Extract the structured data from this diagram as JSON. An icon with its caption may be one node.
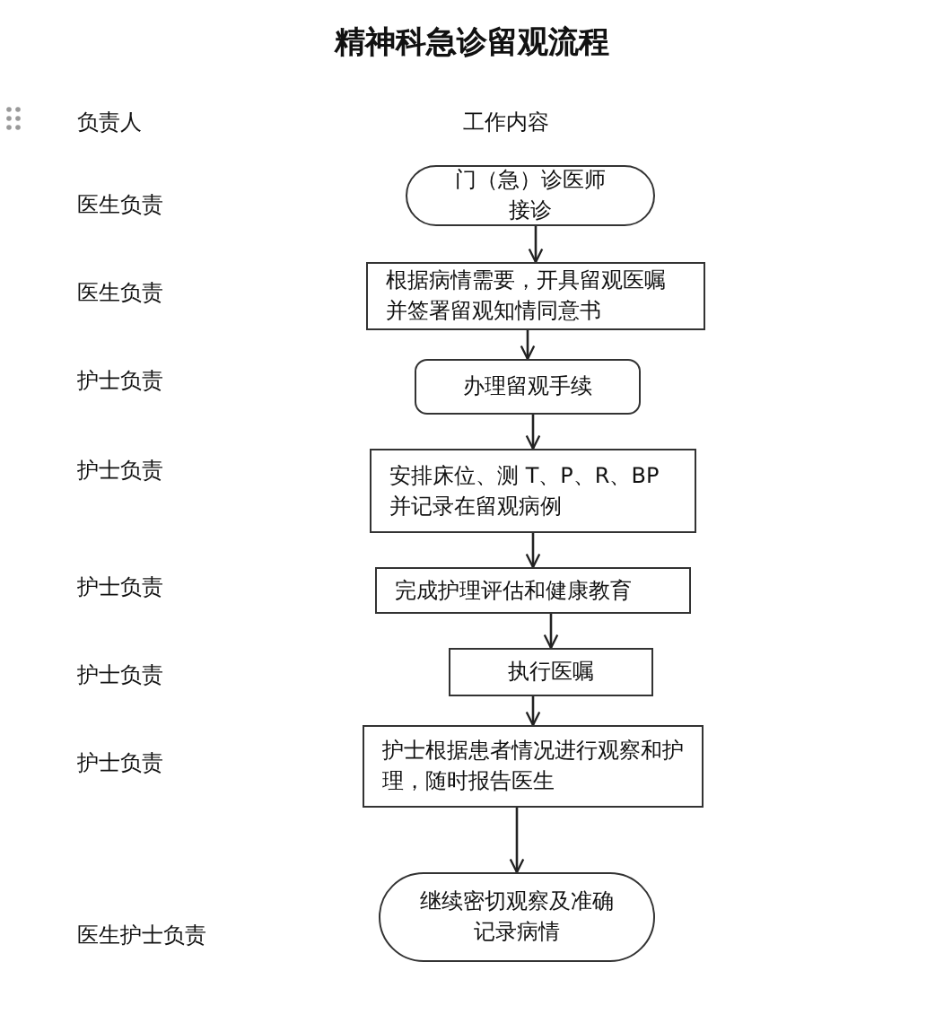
{
  "diagram": {
    "title": "精神科急诊留观流程",
    "nodes": [
      {
        "text": [
          "门（急）诊医师接诊"
        ]
      },
      {
        "text": [
          "根据病情需要，开具留观医嘱并签署留观知情同意书"
        ]
      },
      {
        "text": [
          "办理留观手续"
        ]
      },
      {
        "text": [
          "安排床位、测 T、P、R、BP 并记录在留观病例"
        ]
      },
      {
        "text": [
          "完成护理评估和健康教育"
        ]
      },
      {
        "text": [
          "执行医嘱"
        ]
      },
      {
        "text": [
          "护士根据患者情况进行观察和护理，随时报告医生"
        ]
      },
      {
        "text": [
          "继续密切观察及准确记录病情"
        ]
      }
    ],
    "edges": [
      {
        "from": 0,
        "to": 1,
        "arrow": "to"
      },
      {
        "from": 1,
        "to": 2,
        "arrow": "to"
      },
      {
        "from": 2,
        "to": 3,
        "arrow": "to"
      },
      {
        "from": 3,
        "to": 4,
        "arrow": "to"
      },
      {
        "from": 4,
        "to": 5,
        "arrow": "to"
      },
      {
        "from": 5,
        "to": 6,
        "arrow": "to"
      },
      {
        "from": 6,
        "to": 7,
        "arrow": "to"
      }
    ],
    "labels": [
      "负责人",
      "工作内容",
      "医生负责",
      "医生负责",
      "护士负责",
      "护士负责",
      "护士负责",
      "护士负责",
      "护士负责",
      "医生护士负责"
    ]
  }
}
